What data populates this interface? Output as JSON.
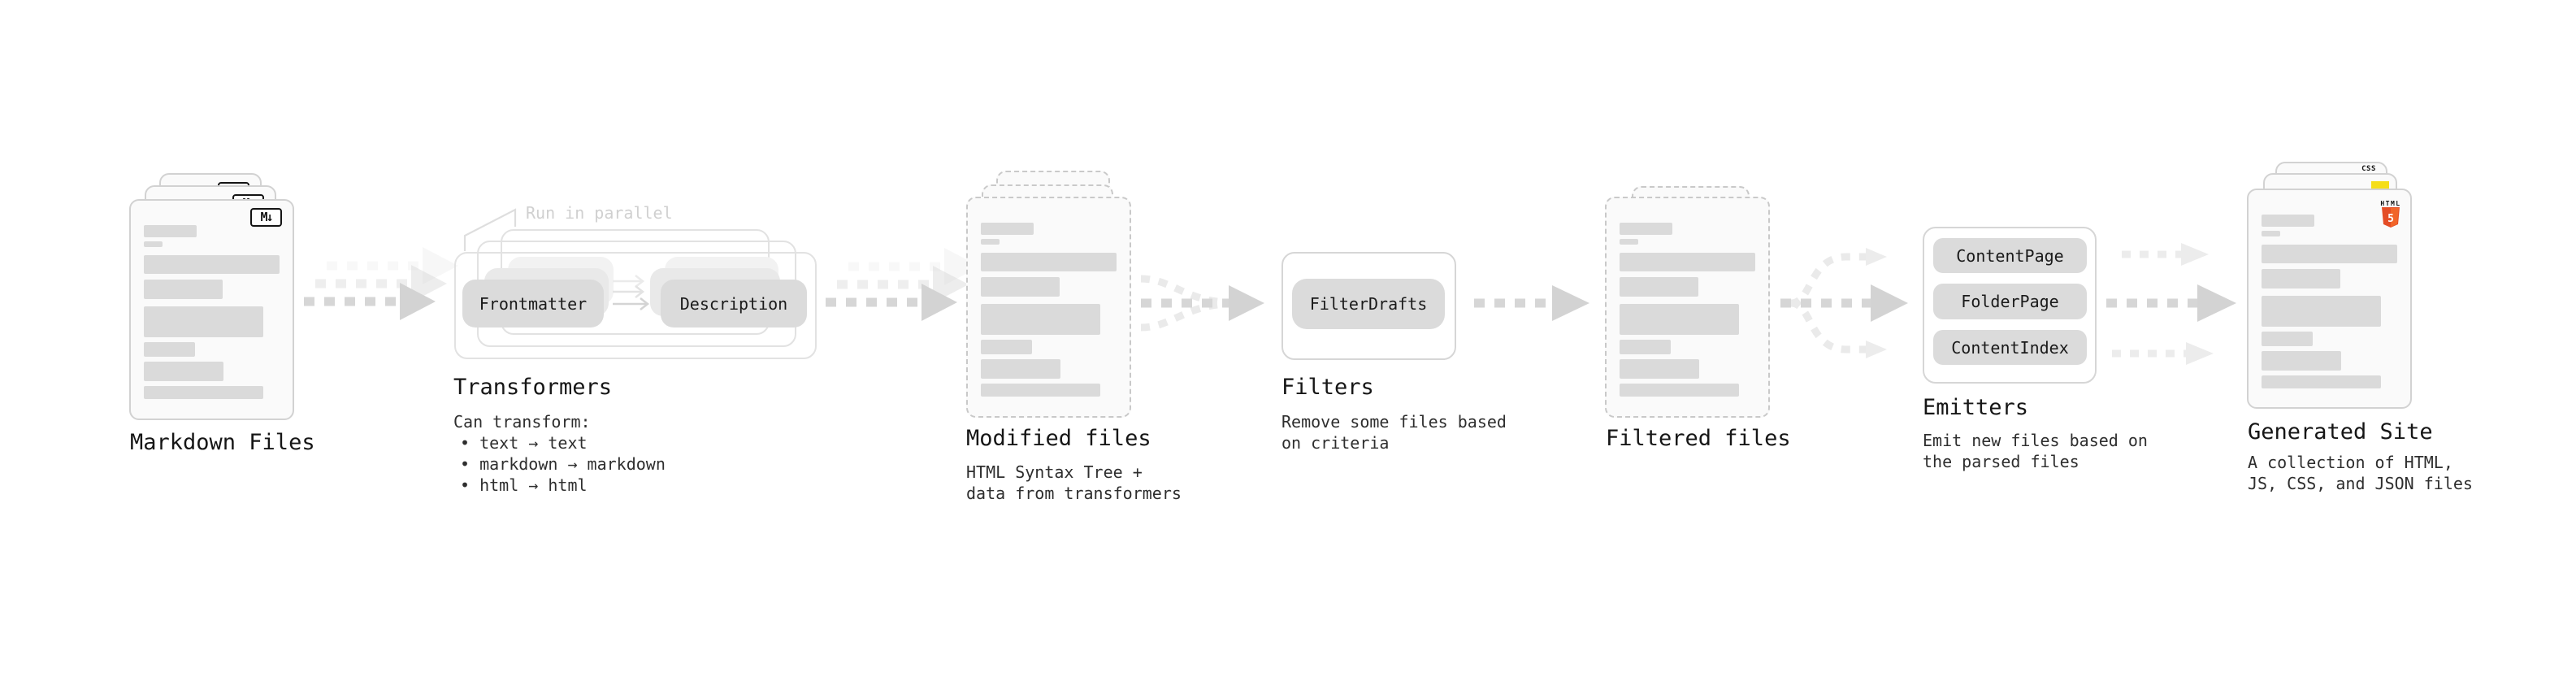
{
  "stages": {
    "markdown": {
      "title": "Markdown Files",
      "file_badge": "M↓"
    },
    "transformers": {
      "title": "Transformers",
      "parallel_note": "Run in parallel",
      "pills": [
        "Frontmatter",
        "Description"
      ],
      "desc_heading": "Can transform:",
      "desc_bullets": [
        "• text → text",
        "• markdown → markdown",
        "• html → html"
      ]
    },
    "modified_files": {
      "title": "Modified files",
      "desc_lines": [
        "HTML Syntax Tree +",
        "data from transformers"
      ]
    },
    "filters": {
      "title": "Filters",
      "pills": [
        "FilterDrafts"
      ],
      "desc_lines": [
        "Remove some files based",
        "on criteria"
      ]
    },
    "filtered_files": {
      "title": "Filtered files"
    },
    "emitters": {
      "title": "Emitters",
      "pills": [
        "ContentPage",
        "FolderPage",
        "ContentIndex"
      ],
      "desc_lines": [
        "Emit new files based on",
        "the parsed files"
      ]
    },
    "generated_site": {
      "title": "Generated Site",
      "desc_lines": [
        "A collection of HTML,",
        "JS, CSS, and JSON files"
      ],
      "file_badges": {
        "css_label": "CSS",
        "html_label": "HTML",
        "html_number": "5"
      }
    }
  },
  "colors": {
    "heading_text": "#161616",
    "body_text": "#2e2e2e",
    "muted_note": "#d0d0d0",
    "pill_fill": "#dbdbdb",
    "bar_fill": "#dadada",
    "card_fill": "#fafafa",
    "card_border": "#d2d2d2",
    "arrow_gray": "#d6d6d6",
    "css_blue": "#2965F1",
    "js_yellow": "#F5DE19",
    "html5_orange": "#E44D26",
    "html5_orange_light": "#F16529"
  }
}
